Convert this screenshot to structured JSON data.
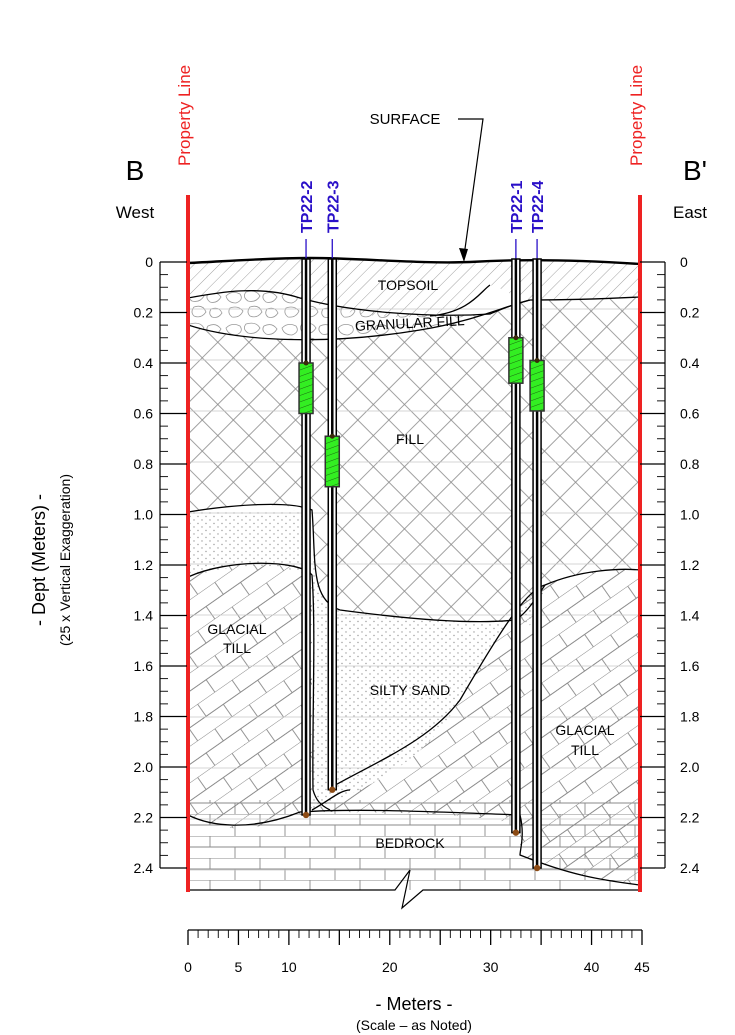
{
  "section": {
    "left_mark": "B",
    "right_mark": "B'",
    "left_direction": "West",
    "right_direction": "East",
    "property_line_left": "Property Line",
    "property_line_right": "Property Line",
    "surface_label": "SURFACE"
  },
  "axes": {
    "depth_title": "- Dept (Meters) -",
    "depth_subtitle": "(25 x Vertical Exaggeration)",
    "depth_ticks": [
      "0",
      "0.2",
      "0.4",
      "0.6",
      "0.8",
      "1.0",
      "1.2",
      "1.4",
      "1.6",
      "1.8",
      "2.0",
      "2.2",
      "2.4"
    ],
    "depth_values": [
      0,
      0.2,
      0.4,
      0.6,
      0.8,
      1.0,
      1.2,
      1.4,
      1.6,
      1.8,
      2.0,
      2.2,
      2.4
    ],
    "distance_title": "- Meters -",
    "distance_subtitle": "(Scale – as Noted)",
    "distance_ticks": [
      "0",
      "5",
      "10",
      "20",
      "30",
      "40",
      "45"
    ],
    "distance_values": [
      0,
      5,
      10,
      20,
      30,
      40,
      45
    ]
  },
  "layers": {
    "topsoil": "TOPSOIL",
    "granular_fill": "GRANULAR FILL",
    "fill": "FILL",
    "glacial_till_west_1": "GLACIAL",
    "glacial_till_west_2": "TILL",
    "silty_sand": "SILTY SAND",
    "glacial_till_east_1": "GLACIAL",
    "glacial_till_east_2": "TILL",
    "bedrock": "BEDROCK"
  },
  "test_pits": [
    {
      "id": "TP22-2",
      "station_m": 11.7,
      "bottom_depth_m": 2.19,
      "sample_top_m": 0.4,
      "sample_bottom_m": 0.6
    },
    {
      "id": "TP22-3",
      "station_m": 14.3,
      "bottom_depth_m": 2.09,
      "sample_top_m": 0.69,
      "sample_bottom_m": 0.89
    },
    {
      "id": "TP22-1",
      "station_m": 32.5,
      "bottom_depth_m": 2.26,
      "sample_top_m": 0.3,
      "sample_bottom_m": 0.48
    },
    {
      "id": "TP22-4",
      "station_m": 34.6,
      "bottom_depth_m": 2.4,
      "sample_top_m": 0.39,
      "sample_bottom_m": 0.59
    }
  ],
  "colors": {
    "property_line": "#ee2222",
    "test_pit_label": "#2a10c8",
    "sample": "#33ee22",
    "base": "#8b4a14"
  }
}
